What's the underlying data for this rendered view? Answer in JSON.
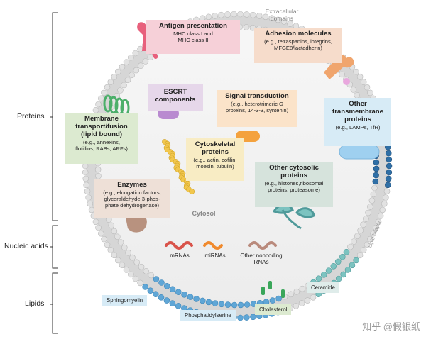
{
  "categories": {
    "proteins": "Proteins",
    "nucleic_acids": "Nucleic acids",
    "lipids": "Lipids"
  },
  "regions": {
    "extracellular": "Extracellular\ndomains",
    "cytosol": "Cytosol",
    "lipid_bilayer": "Lipid bilayer"
  },
  "protein_boxes": {
    "antigen": {
      "title": "Antigen presentation",
      "sub": "MHC class I and\nMHC class II",
      "color": "#f6d0d8"
    },
    "adhesion": {
      "title": "Adhesion molecules",
      "sub": "(e.g., tetraspanins, integrins,\nMFGE8/lactadherin)",
      "color": "#f6dccb"
    },
    "escrt": {
      "title": "ESCRT\ncomponents",
      "sub": "",
      "color": "#e6d7ea"
    },
    "signal": {
      "title": "Signal transduction",
      "sub": "(e.g., heterotrimeric G\nproteins, 14-3-3, syntenin)",
      "color": "#fbe3c9"
    },
    "membrane": {
      "title": "Membrane\ntransport/fusion\n(lipid bound)",
      "sub": "(e.g., annexins,\nflotillins, RABs, ARFs)",
      "color": "#dcead0"
    },
    "other_tm": {
      "title": "Other\ntransmembrane\nproteins",
      "sub": "(e.g., LAMPs, TfR)",
      "color": "#d7ebf6"
    },
    "cytoskeletal": {
      "title": "Cytoskeletal\nproteins",
      "sub": "(e.g., actin, cofilin,\nmoesin, tubulin)",
      "color": "#f8ecc4"
    },
    "cytosolic": {
      "title": "Other cytosolic\nproteins",
      "sub": "(e.g., histones,ribosomal\nproteins, proteasome)",
      "color": "#d6e3dc"
    },
    "enzymes": {
      "title": "Enzymes",
      "sub": "(e.g., elongation factors,\nglyceraldehyde 3-phos-\nphate dehydrogenase)",
      "color": "#eee0d7"
    }
  },
  "rnas": {
    "mrna": {
      "label": "mRNAs",
      "color": "#d9534a"
    },
    "mirna": {
      "label": "miRNAs",
      "color": "#f08a2e"
    },
    "other": {
      "label": "Other noncoding\nRNAs",
      "color": "#b98a7c"
    }
  },
  "lipids": {
    "sphingomyelin": {
      "label": "Sphingomyelin",
      "color": "#d7ebf6"
    },
    "phosphatidylserine": {
      "label": "Phosphatidylserine",
      "color": "#d7ebf6"
    },
    "cholesterol": {
      "label": "Cholesterol",
      "color": "#dcead0"
    },
    "ceramide": {
      "label": "Ceramide",
      "color": "#dfecea"
    }
  },
  "watermark": "知乎 @假银纸"
}
